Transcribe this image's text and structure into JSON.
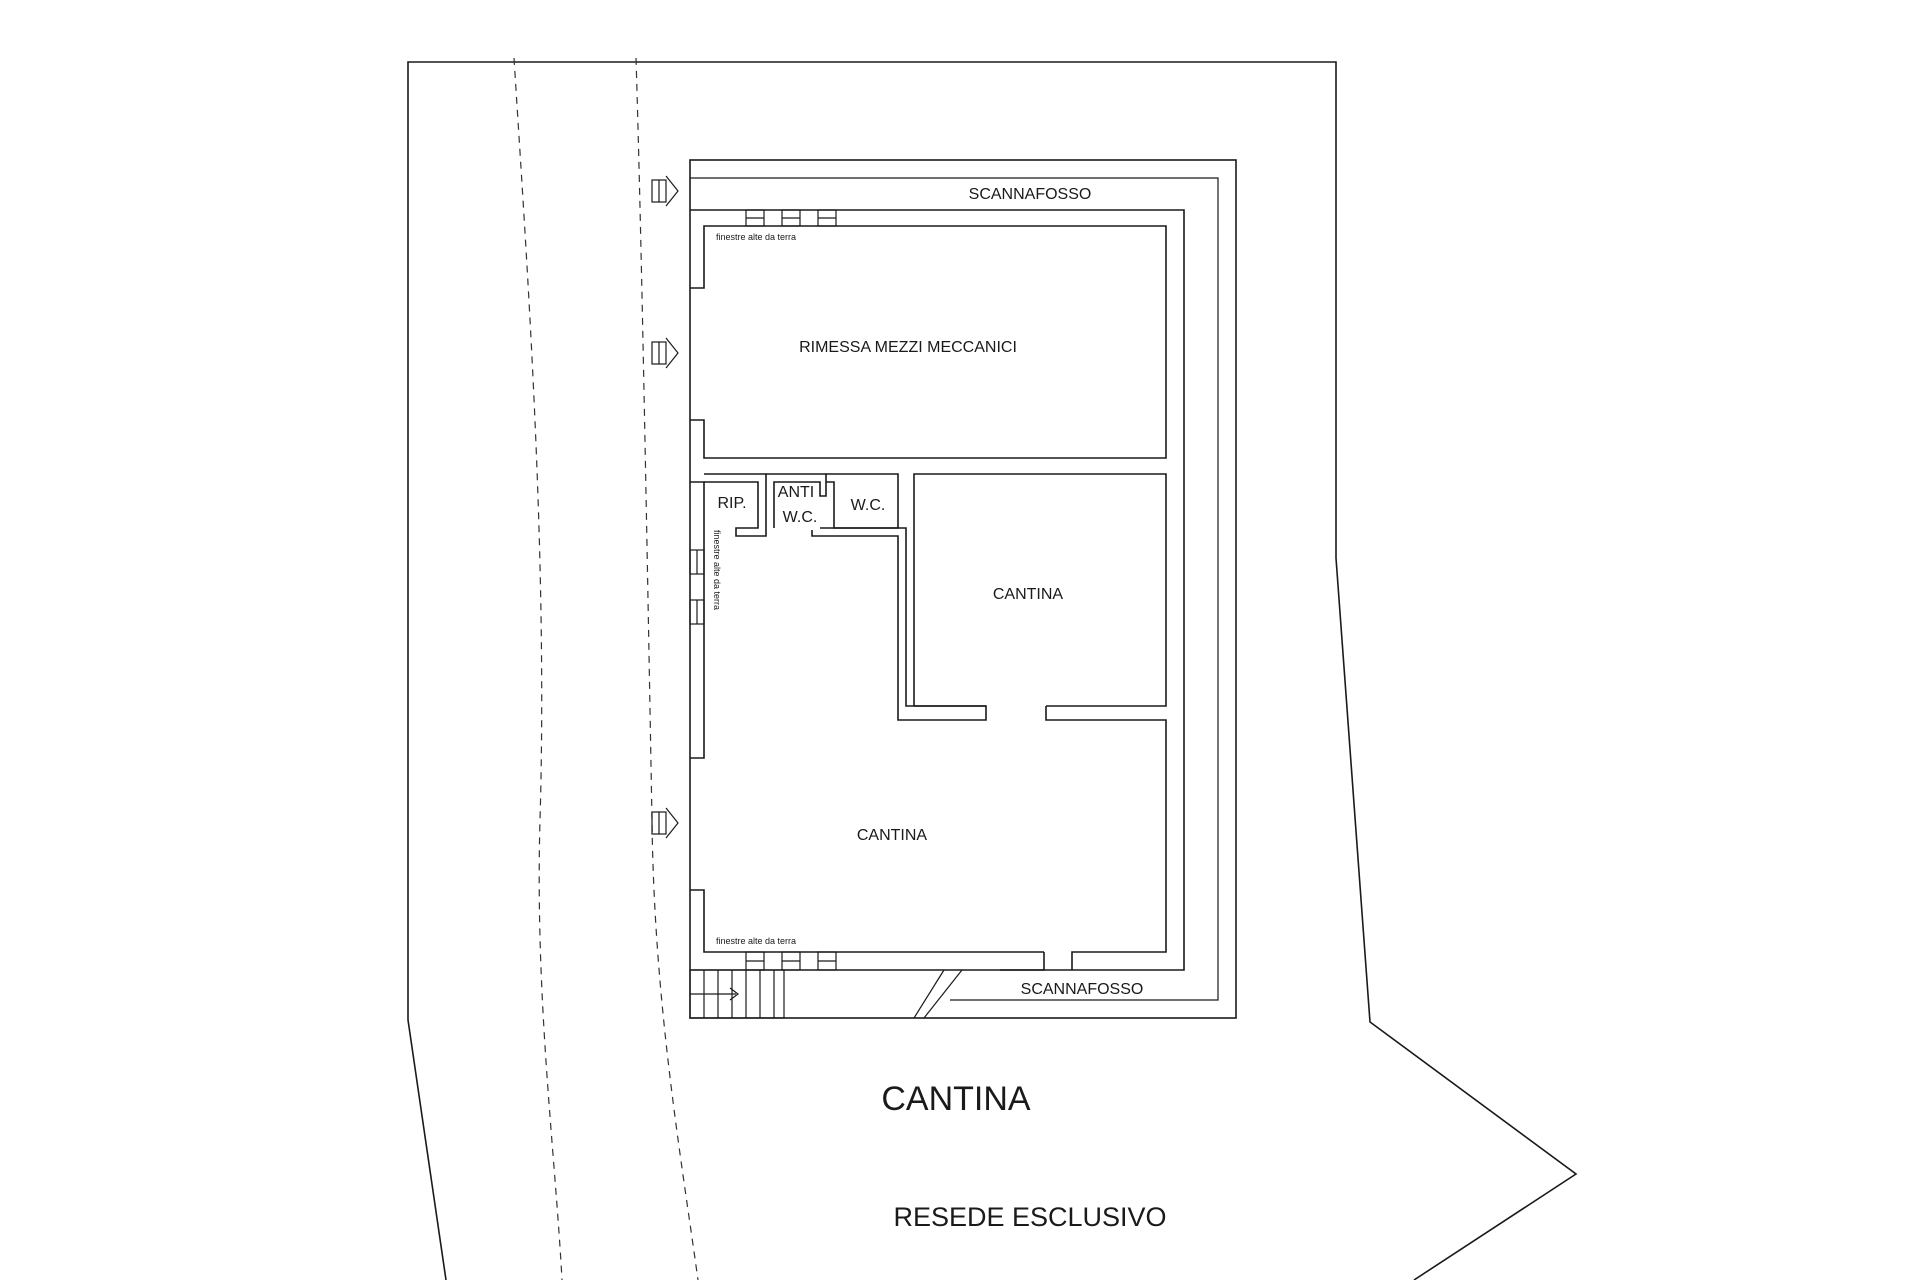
{
  "labels": {
    "scannafosso_top": "SCANNAFOSSO",
    "scannafosso_bottom": "SCANNAFOSSO",
    "rimessa": "RIMESSA MEZZI MECCANICI",
    "ripostiglio": "RIP.",
    "anti_wc_line1": "ANTI",
    "anti_wc_line2": "W.C.",
    "wc": "W.C.",
    "cantina_right": "CANTINA",
    "cantina_main": "CANTINA",
    "finestre_top": "finestre alte da terra",
    "finestre_side": "finestre alte da terra",
    "finestre_bottom": "finestre alte da terra",
    "plan_title": "CANTINA",
    "resede": "RESEDE ESCLUSIVO"
  }
}
